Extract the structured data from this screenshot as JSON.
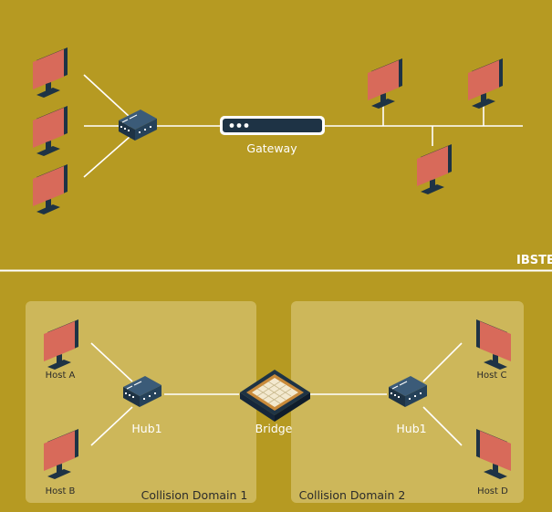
{
  "top_diagram": {
    "gateway_label": "Gateway",
    "brand": "IBSTE"
  },
  "bottom_diagram": {
    "hosts": {
      "a": "Host A",
      "b": "Host B",
      "c": "Host C",
      "d": "Host D"
    },
    "hub_left": "Hub1",
    "hub_right": "Hub1",
    "bridge": "Bridge",
    "domain_1": "Collision Domain 1",
    "domain_2": "Collision Domain 2"
  },
  "colors": {
    "background": "#B69A22",
    "panel": "#CDB75A",
    "monitor_screen": "#D86A5A",
    "device_dark": "#1E3345",
    "link": "#FFFFFF"
  },
  "icons": [
    "monitor-icon",
    "hub-icon",
    "gateway-icon",
    "bridge-icon"
  ]
}
